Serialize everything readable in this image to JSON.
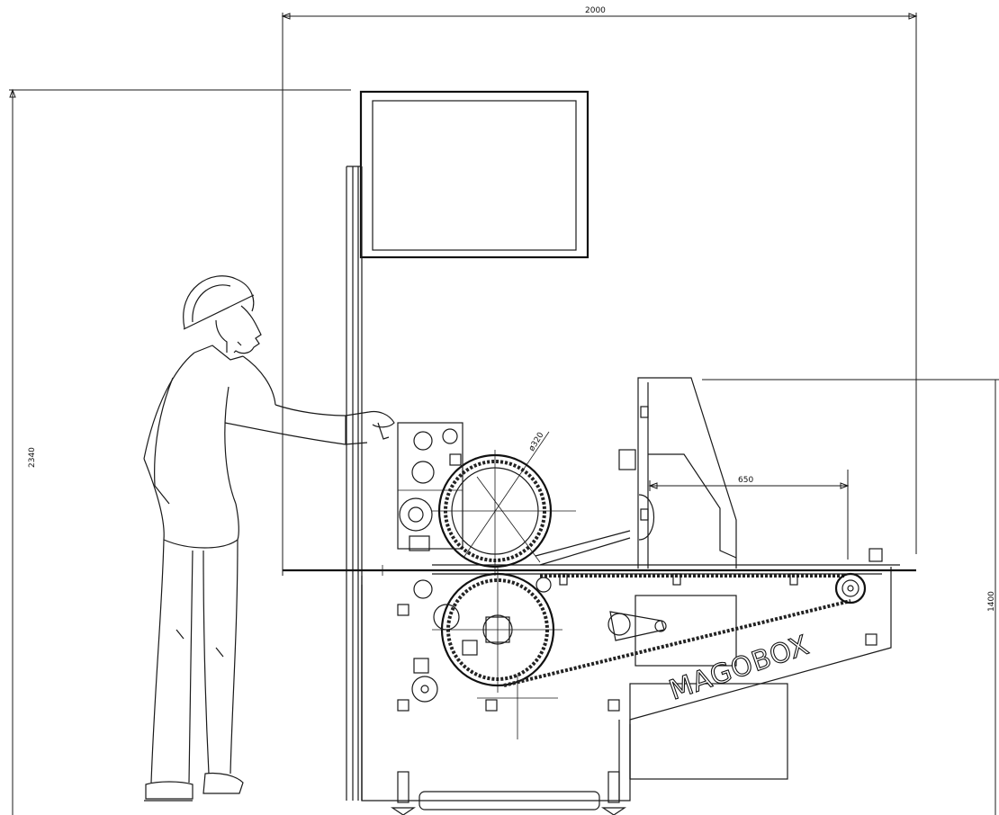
{
  "dimensions": {
    "overall_width": "2000",
    "overall_height": "2340",
    "conveyor_length": "650",
    "table_height": "1400",
    "roller_diameter": "ø320"
  },
  "brand_label": "MAGOBOX"
}
